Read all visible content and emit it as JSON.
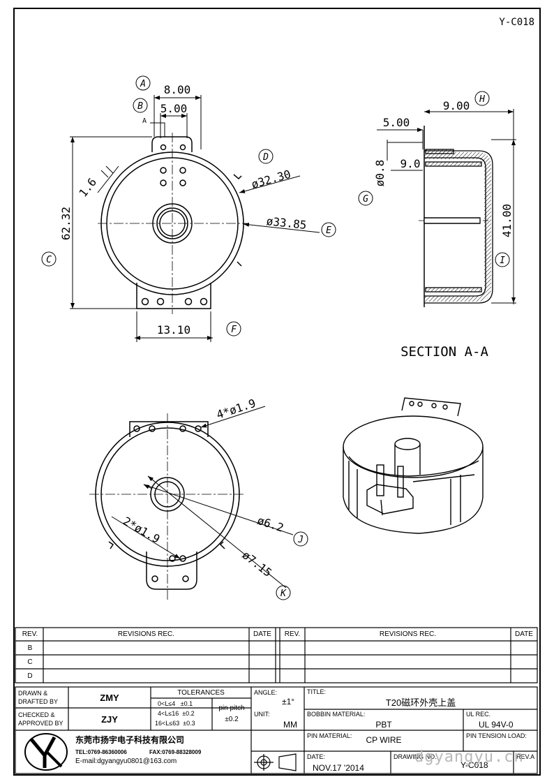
{
  "drawing_code": "Y-C018",
  "top_view": {
    "dims": {
      "a": "8.00",
      "b": "5.00",
      "h62": "62.32",
      "t16": "1.6",
      "d32": "ø32.30",
      "d33": "ø33.85",
      "w13": "13.10"
    },
    "section_marker": "A",
    "callouts": {
      "a": "A",
      "b": "B",
      "c": "C",
      "d": "D",
      "e": "E",
      "f": "F"
    }
  },
  "section_view": {
    "title": "SECTION A-A",
    "dims": {
      "w9": "9.00",
      "w5": "5.00",
      "w90": "9.0",
      "d08": "ø0.8",
      "h41": "41.00"
    },
    "callouts": {
      "g": "G",
      "h": "H",
      "i": "I"
    }
  },
  "bottom_view": {
    "dims": {
      "holes4": "4*ø1.9",
      "holes2": "2*ø1.9",
      "d62": "ø6.2",
      "d715": "ø7.15"
    },
    "callouts": {
      "j": "J",
      "k": "K"
    }
  },
  "revisions": {
    "headers": {
      "rev": "REV.",
      "revisions": "REVISIONS  REC.",
      "date": "DATE"
    },
    "rows": [
      "B",
      "C",
      "D"
    ]
  },
  "title_block": {
    "drawn_label": "DRAWN &\nDRAFTED BY",
    "drawn_by": "ZMY",
    "checked_label": "CHECKED &\nAPPROVED BY",
    "checked_by": "ZJY",
    "tolerances_label": "TOLERANCES",
    "tol_rows": [
      "0<L≤4   ±0.1",
      "4<L≤16  ±0.2",
      "16<L≤63  ±0.3"
    ],
    "pin_pitch_label": "pin pitch",
    "pin_pitch_value": "±0.2",
    "angle_label": "ANGLE:",
    "angle_value": "±1°",
    "unit_label": "UNIT:",
    "unit_value": "MM",
    "title_label": "TITLE:",
    "title_value": "T20磁环外壳上盖",
    "bobbin_label": "BOBBIN MATERIAL:",
    "bobbin_value": "PBT",
    "ul_label": "UL REC.",
    "ul_value": "UL 94V-0",
    "pin_mat_label": "PIN MATERIAL:",
    "pin_mat_value": "CP WIRE",
    "pin_tension_label": "PIN TENSION LOAD:",
    "date_label": "DATE:",
    "date_value": "NOV.17 '2014",
    "drawing_no_label": "DRAWING NO.",
    "drawing_no_value": "Y-C018",
    "rev_label": "REV.A",
    "company": "东莞市扬宇电子科技有限公司",
    "tel": "TEL:0769-86360006",
    "fax": "FAX:0769-88328009",
    "email": "E-mail:dgyangyu0801@163.com",
    "watermark": "dgyangyu.cn"
  }
}
